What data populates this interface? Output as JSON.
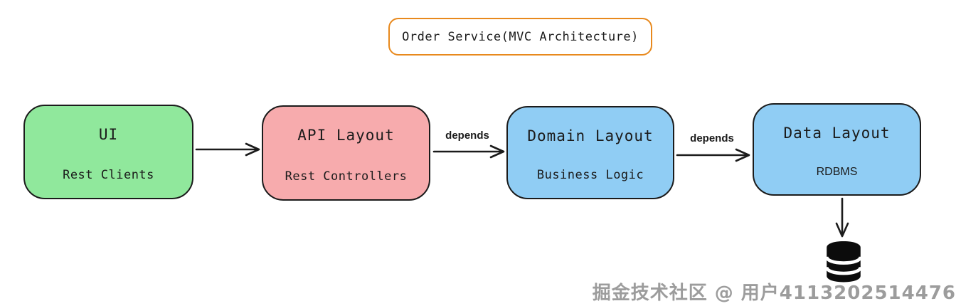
{
  "title_box": {
    "label": "Order Service(MVC Architecture)",
    "border_color": "#e8891d"
  },
  "nodes": [
    {
      "name": "ui",
      "title": "UI",
      "subtitle": "Rest Clients",
      "fill": "#90e89c"
    },
    {
      "name": "api-layout",
      "title": "API Layout",
      "subtitle": "Rest Controllers",
      "fill": "#f7abad"
    },
    {
      "name": "domain-layout",
      "title": "Domain Layout",
      "subtitle": "Business Logic",
      "fill": "#90cdf4"
    },
    {
      "name": "data-layout",
      "title": "Data Layout",
      "subtitle": "RDBMS",
      "fill": "#90cdf4"
    }
  ],
  "edges": [
    {
      "from": "ui",
      "to": "api-layout",
      "label": ""
    },
    {
      "from": "api-layout",
      "to": "domain-layout",
      "label": "depends"
    },
    {
      "from": "domain-layout",
      "to": "data-layout",
      "label": "depends"
    },
    {
      "from": "data-layout",
      "to": "database",
      "label": ""
    }
  ],
  "database": {
    "icon": "database-cylinder-icon"
  },
  "watermark": {
    "text": "掘金技术社区 @ 用户4113202514476",
    "color": "#9c9c9c"
  },
  "colors": {
    "ink": "#1b1b1b",
    "background": "#ffffff"
  }
}
